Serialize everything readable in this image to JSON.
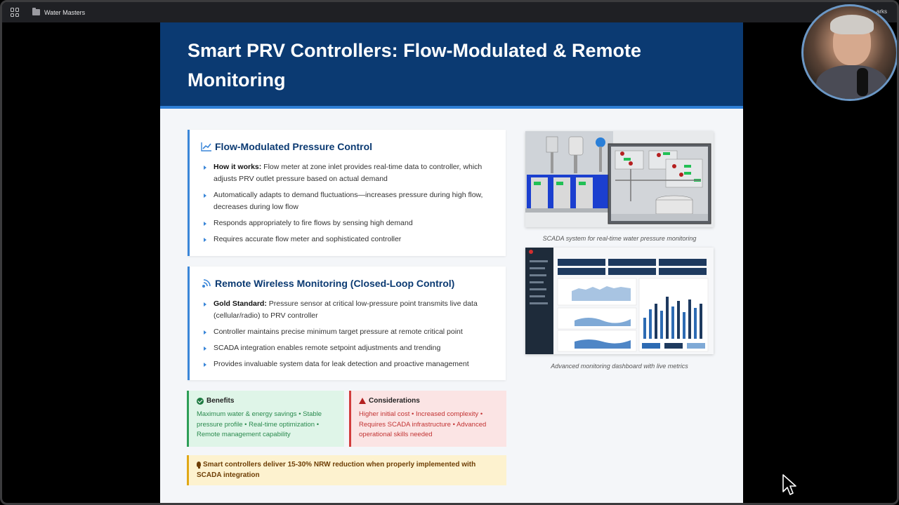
{
  "window": {
    "app_title": "Water Masters",
    "right_text": "arks"
  },
  "slide": {
    "title": "Smart PRV Controllers: Flow-Modulated & Remote Monitoring",
    "card1": {
      "heading": "Flow-Modulated Pressure Control",
      "icon": "trend-line-icon",
      "items": [
        {
          "bold": "How it works:",
          "text": " Flow meter at zone inlet provides real-time data to controller, which adjusts PRV outlet pressure based on actual demand"
        },
        {
          "bold": "",
          "text": "Automatically adapts to demand fluctuations—increases pressure during high flow, decreases during low flow"
        },
        {
          "bold": "",
          "text": "Responds appropriately to fire flows by sensing high demand"
        },
        {
          "bold": "",
          "text": "Requires accurate flow meter and sophisticated controller"
        }
      ]
    },
    "card2": {
      "heading": "Remote Wireless Monitoring (Closed-Loop Control)",
      "icon": "wireless-signal-icon",
      "items": [
        {
          "bold": "Gold Standard:",
          "text": " Pressure sensor at critical low-pressure point transmits live data (cellular/radio) to PRV controller"
        },
        {
          "bold": "",
          "text": "Controller maintains precise minimum target pressure at remote critical point"
        },
        {
          "bold": "",
          "text": "SCADA integration enables remote setpoint adjustments and trending"
        },
        {
          "bold": "",
          "text": "Provides invaluable system data for leak detection and proactive management"
        }
      ]
    },
    "benefits": {
      "heading": "Benefits",
      "text": "Maximum water & energy savings • Stable pressure profile • Real-time optimization • Remote management capability"
    },
    "considerations": {
      "heading": "Considerations",
      "text": "Higher initial cost • Increased complexity • Requires SCADA infrastructure • Advanced operational skills needed"
    },
    "tip": {
      "text": "Smart controllers deliver 15-30% NRW reduction when properly implemented with SCADA integration"
    },
    "images": [
      {
        "caption": "SCADA system for real-time water pressure monitoring"
      },
      {
        "caption": "Advanced monitoring dashboard with live metrics"
      }
    ]
  },
  "colors": {
    "header_bg": "#0b3a72",
    "accent_blue": "#3a86d8",
    "benefit_green": "#2e9e57",
    "consider_red": "#d23d3d",
    "tip_amber": "#e0a816"
  }
}
